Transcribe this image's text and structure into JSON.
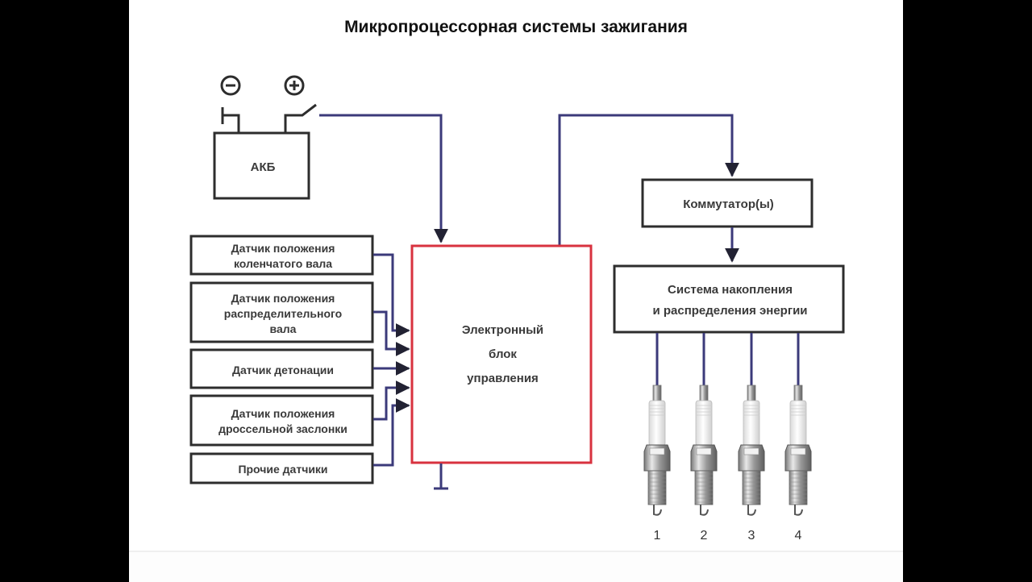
{
  "title": "Микропроцессорная системы зажигания",
  "colors": {
    "wire": "#3b3a7a",
    "box_border": "#333333",
    "ecu_border": "#d8323f",
    "text": "#3a3a3a"
  },
  "battery": {
    "label": "АКБ",
    "minus_symbol": "−",
    "plus_symbol": "+"
  },
  "sensors": [
    {
      "label": "Датчик положения\nколенчатого вала"
    },
    {
      "label": "Датчик положения\nраспределительного\nвала"
    },
    {
      "label": "Датчик детонации"
    },
    {
      "label": "Датчик положения\nдроссельной заслонки"
    },
    {
      "label": "Прочие датчики"
    }
  ],
  "ecu": {
    "label": "Электронный\nблок\nуправления"
  },
  "commutator": {
    "label": "Коммутатор(ы)"
  },
  "energy_system": {
    "label": "Система накопления\nи распределения энергии"
  },
  "spark_plugs": [
    {
      "number": "1"
    },
    {
      "number": "2"
    },
    {
      "number": "3"
    },
    {
      "number": "4"
    }
  ]
}
